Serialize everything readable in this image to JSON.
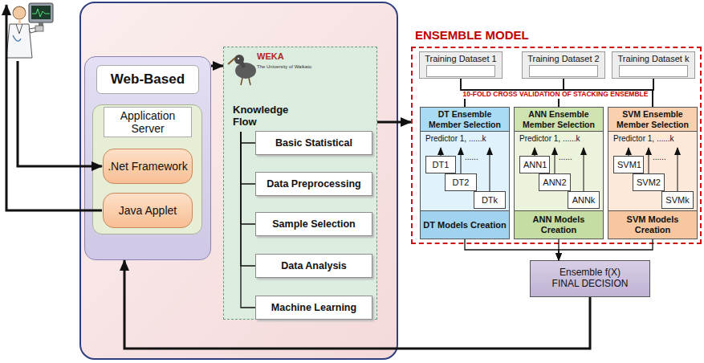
{
  "diagram": {
    "nodes": [
      {
        "text": [
          "Web-Based"
        ]
      },
      {
        "text": [
          "Application Server"
        ],
        "in": 0
      },
      {
        "text": [
          ".Net Framework"
        ],
        "in": 1
      },
      {
        "text": [
          "Java Applet"
        ],
        "in": 1
      },
      {
        "text": [
          "Knowledge Flow"
        ]
      },
      {
        "text": [
          "Basic Statistical"
        ],
        "in": 4
      },
      {
        "text": [
          "Data Preprocessing"
        ],
        "in": 4
      },
      {
        "text": [
          "Sample Selection"
        ],
        "in": 4
      },
      {
        "text": [
          "Data Analysis"
        ],
        "in": 4
      },
      {
        "text": [
          "Machine Learning"
        ],
        "in": 4
      },
      {
        "text": [
          "ENSEMBLE MODEL"
        ]
      },
      {
        "text": [
          "Training Dataset 1"
        ],
        "in": 10
      },
      {
        "text": [
          "Training Dataset 2"
        ],
        "in": 10
      },
      {
        "text": [
          "Training Dataset k"
        ],
        "in": 10
      },
      {
        "text": [
          "DT Ensemble Member Selection",
          "Predictor 1, ......k",
          "DT Models Creation"
        ],
        "in": 10
      },
      {
        "text": [
          "DT1"
        ],
        "in": 14
      },
      {
        "text": [
          "DT2"
        ],
        "in": 14
      },
      {
        "text": [
          "DTk"
        ],
        "in": 14
      },
      {
        "text": [
          "ANN Ensemble Member Selection",
          "Predictor 1, ......k",
          "ANN  Models Creation"
        ],
        "in": 10
      },
      {
        "text": [
          "ANN1"
        ],
        "in": 18
      },
      {
        "text": [
          "ANN2"
        ],
        "in": 18
      },
      {
        "text": [
          "ANNk"
        ],
        "in": 18
      },
      {
        "text": [
          "SVM Ensemble Member Selection",
          "Predictor 1, ......k",
          "SVM Models Creation"
        ],
        "in": 10
      },
      {
        "text": [
          "SVM1"
        ],
        "in": 22
      },
      {
        "text": [
          "SVM2"
        ],
        "in": 22
      },
      {
        "text": [
          "SVMk"
        ],
        "in": 22
      },
      {
        "text": [
          "Ensemble f(X)",
          "FINAL DECISION"
        ]
      }
    ],
    "edges": [
      {
        "from": 0,
        "to": 4,
        "arrow": "to"
      },
      {
        "from": 4,
        "to": 10,
        "arrow": "to"
      },
      {
        "from": 4,
        "to": 5,
        "arrow": "none"
      },
      {
        "from": 4,
        "to": 6,
        "arrow": "none"
      },
      {
        "from": 4,
        "to": 7,
        "arrow": "none"
      },
      {
        "from": 4,
        "to": 8,
        "arrow": "none"
      },
      {
        "from": 4,
        "to": 9,
        "arrow": "none"
      },
      {
        "from": 11,
        "to": 14,
        "arrow": "none"
      },
      {
        "from": 11,
        "to": 18,
        "arrow": "none"
      },
      {
        "from": 11,
        "to": 22,
        "arrow": "none"
      },
      {
        "from": 12,
        "to": 14,
        "arrow": "none"
      },
      {
        "from": 12,
        "to": 18,
        "arrow": "none"
      },
      {
        "from": 12,
        "to": 22,
        "arrow": "none"
      },
      {
        "from": 13,
        "to": 14,
        "arrow": "none"
      },
      {
        "from": 13,
        "to": 18,
        "arrow": "none"
      },
      {
        "from": 13,
        "to": 22,
        "arrow": "none"
      },
      {
        "from": 14,
        "to": 26,
        "arrow": "to"
      },
      {
        "from": 18,
        "to": 26,
        "arrow": "to"
      },
      {
        "from": 22,
        "to": 26,
        "arrow": "to"
      },
      {
        "from": 26,
        "to": 0,
        "arrow": "to"
      }
    ],
    "labels": [
      "WEKA",
      "The University of Waikato",
      "10-FOLD CROSS VALIDATION OF STACKING ENSEMBLE",
      "......",
      "......",
      "......"
    ]
  }
}
